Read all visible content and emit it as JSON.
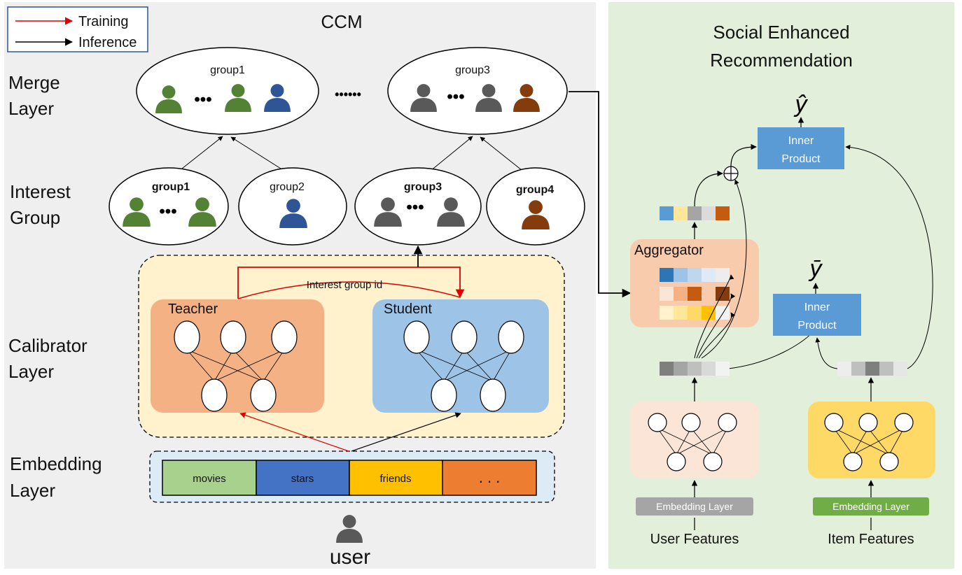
{
  "legend": {
    "training": "Training",
    "inference": "Inference"
  },
  "ccm": {
    "title": "CCM",
    "layers": {
      "merge": [
        "Merge",
        "Layer"
      ],
      "interest": [
        "Interest",
        "Group"
      ],
      "calibrator": [
        "Calibrator",
        "Layer"
      ],
      "embedding": [
        "Embedding",
        "Layer"
      ]
    },
    "merge_groups": [
      "group1",
      "group3"
    ],
    "merge_dots": "••••••",
    "interest_groups": [
      "group1",
      "group2",
      "group3",
      "group4"
    ],
    "teacher": "Teacher",
    "student": "Student",
    "interest_group_id": "Interest group id",
    "embedding_cells": [
      "movies",
      "stars",
      "friends",
      ". . ."
    ],
    "user": "user",
    "colors": {
      "green": "#548235",
      "blue": "#2F5597",
      "gray": "#595959",
      "brown": "#843C0C",
      "movies": "#A9D18E",
      "stars": "#4472C4",
      "friends": "#FFC000",
      "more": "#ED7D31",
      "teacher_box": "#F4B183",
      "student_box": "#9DC3E6",
      "calibrator_bg": "#FFF2CC"
    }
  },
  "ser": {
    "title": [
      "Social Enhanced",
      "Recommendation"
    ],
    "aggregator": "Aggregator",
    "inner_product": [
      "Inner",
      "Product"
    ],
    "embedding_layer": "Embedding Layer",
    "user_features": "User Features",
    "item_features": "Item Features",
    "y_hat": "ŷ",
    "y_bar": "ȳ",
    "colors": {
      "panel_bg": "#E2EFDA",
      "inner_product": "#5B9BD5",
      "aggregator_bg": "#F8CBAD",
      "user_box": "#FBE5D6",
      "item_box": "#FFD966",
      "user_emb_tag": "#A5A5A5",
      "item_emb_tag": "#70AD47"
    }
  }
}
